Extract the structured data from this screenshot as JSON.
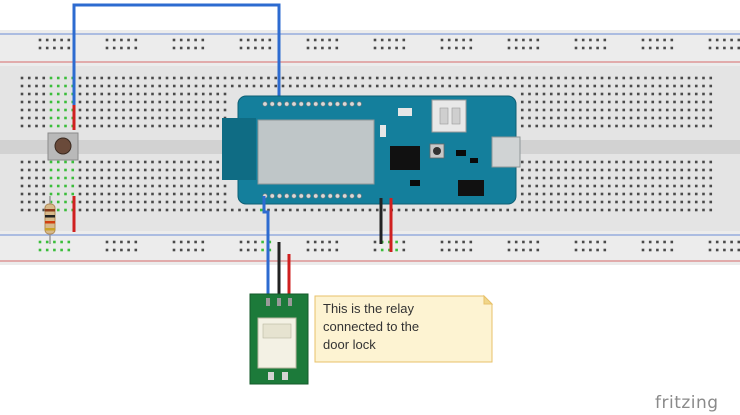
{
  "note": {
    "lines": [
      "This is the relay",
      "connected to the",
      "door lock"
    ]
  },
  "watermark": "fritzing",
  "colors": {
    "breadboard": "#e2e2e2",
    "breadboard_rail": "#ececec",
    "rail_red": "#d66a6a",
    "rail_blue": "#6a8bd6",
    "hole": "#4a4a4a",
    "hole_active": "#3bbd3b",
    "board_pcb": "#147f9c",
    "module": "#bfc6c8",
    "relay_pcb": "#1c7a3a",
    "relay_body": "#f3f1e4",
    "wire_blue": "#2d6bd0",
    "wire_red": "#cf2020",
    "wire_black": "#222222",
    "note_fill": "#fdf3d2",
    "note_border": "#e8c26a"
  },
  "icons": [
    "pushbutton-icon",
    "resistor-icon",
    "wifi-board-icon",
    "relay-module-icon"
  ]
}
